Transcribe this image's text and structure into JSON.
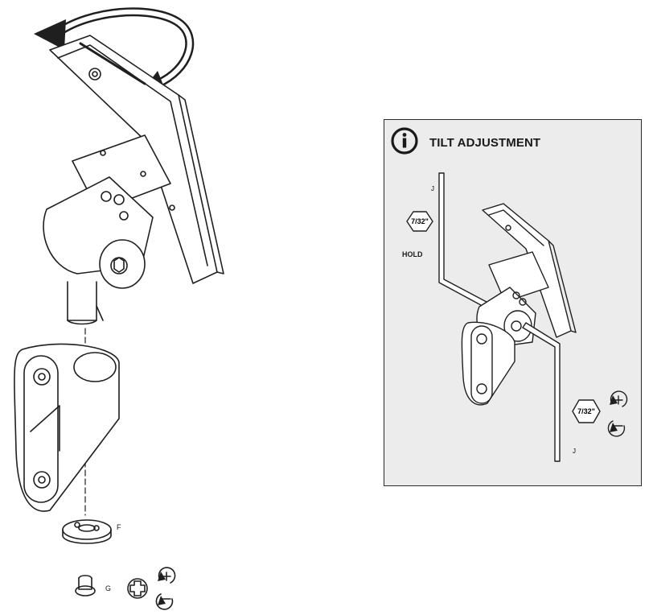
{
  "labels": {
    "part_f": "F",
    "part_g": "G",
    "part_j_top": "J",
    "part_j_bottom": "J"
  },
  "tilt_panel": {
    "title": "TILT ADJUSTMENT",
    "info_glyph": "i",
    "hex_top": "7/32\"",
    "hold": "HOLD",
    "hex_bottom": "7/32\""
  },
  "icons": {
    "rotation": "curved-arrow-icon",
    "tighten_loosen": "plus-minus-rotation-icon",
    "phillips": "phillips-screwdriver-icon"
  }
}
